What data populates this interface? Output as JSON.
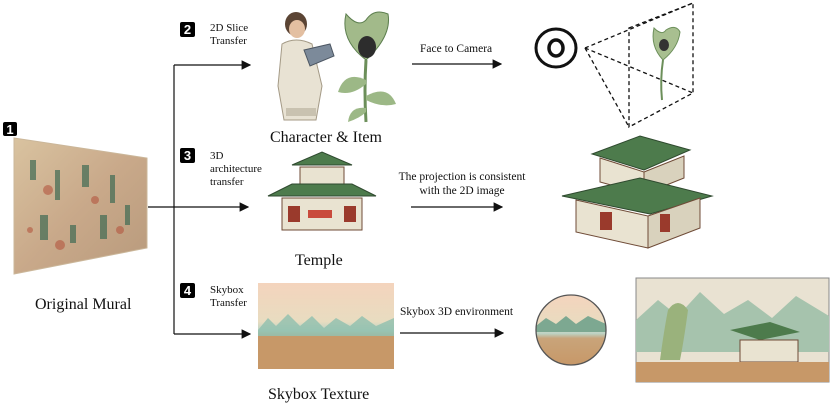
{
  "original_mural": {
    "label": "Original Mural",
    "step": "1"
  },
  "branches": [
    {
      "step": "2",
      "title": "2D Slice\nTransfer",
      "caption": "Character & Item",
      "arrow_label": "Face to Camera"
    },
    {
      "step": "3",
      "title": "3D\narchitecture\ntransfer",
      "caption": "Temple",
      "arrow_label": "The projection is consistent\nwith the 2D image"
    },
    {
      "step": "4",
      "title": "Skybox\nTransfer",
      "caption": "Skybox Texture",
      "arrow_label": "Skybox 3D environment"
    }
  ],
  "colors": {
    "sky": "#f3d6bd",
    "sand": "#c99d6e",
    "roof": "#4d7b4c",
    "wall": "#e9e3d1"
  }
}
